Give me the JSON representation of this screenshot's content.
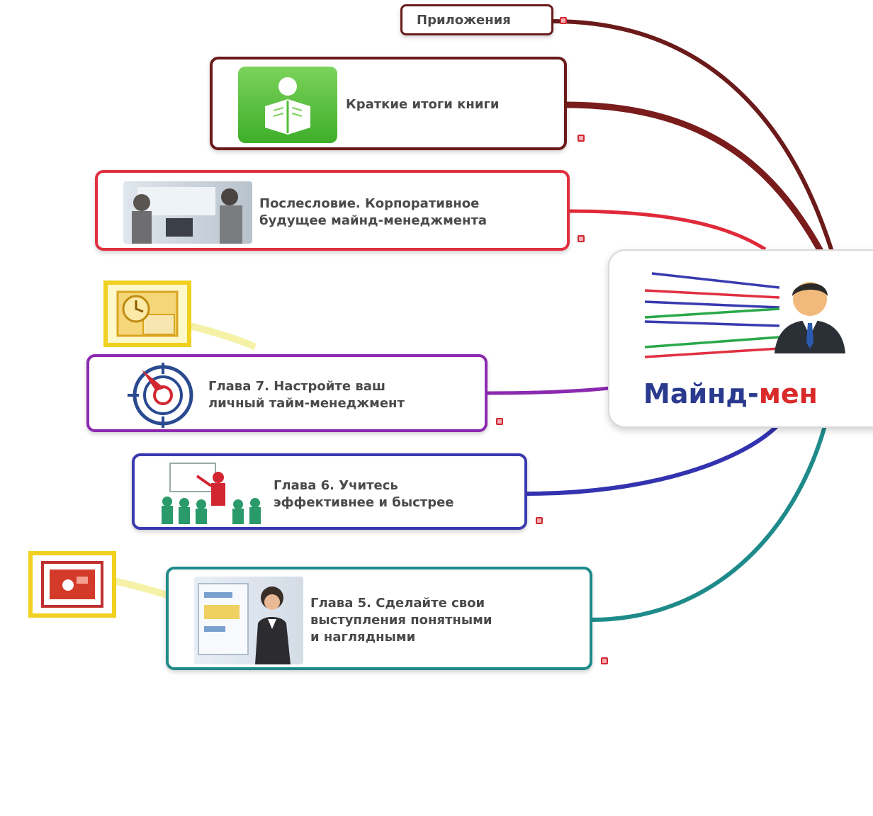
{
  "central_topic": {
    "text_part1": "Майнд-",
    "text_part2": "мен",
    "title_color": "#2a3a8e",
    "accent_color": "#d92a2a",
    "icon": "businessman-icon"
  },
  "topics": [
    {
      "id": "appendix",
      "label": "Приложения",
      "color": "#6b1a1a",
      "icon": null
    },
    {
      "id": "summary",
      "label": "Краткие итоги книги",
      "color": "#6b1a1a",
      "icon": "reading-person-icon"
    },
    {
      "id": "afterword",
      "label": "Послесловие. Корпоративное\nбудущее майнд-менеджмента",
      "color": "#e03040",
      "icon": "office-meeting-photo"
    },
    {
      "id": "chapter7",
      "label": "Глава 7. Настройте ваш\nличный тайм-менеджмент",
      "color": "#8b2ab0",
      "icon": "target-icon"
    },
    {
      "id": "chapter6",
      "label": "Глава 6. Учитесь\nэффективнее и быстрее",
      "color": "#3a3ab0",
      "icon": "presentation-audience-icon"
    },
    {
      "id": "chapter5",
      "label": "Глава 5. Сделайте свои\nвыступления понятными\nи наглядными",
      "color": "#1f8a8a",
      "icon": "presenter-photo"
    }
  ],
  "callouts": [
    {
      "attached_to": "chapter7",
      "icon": "clock-note-icon",
      "frame_color": "#f0d020"
    },
    {
      "attached_to": "chapter5",
      "icon": "presentation-slide-icon",
      "frame_color": "#f0d020"
    }
  ]
}
